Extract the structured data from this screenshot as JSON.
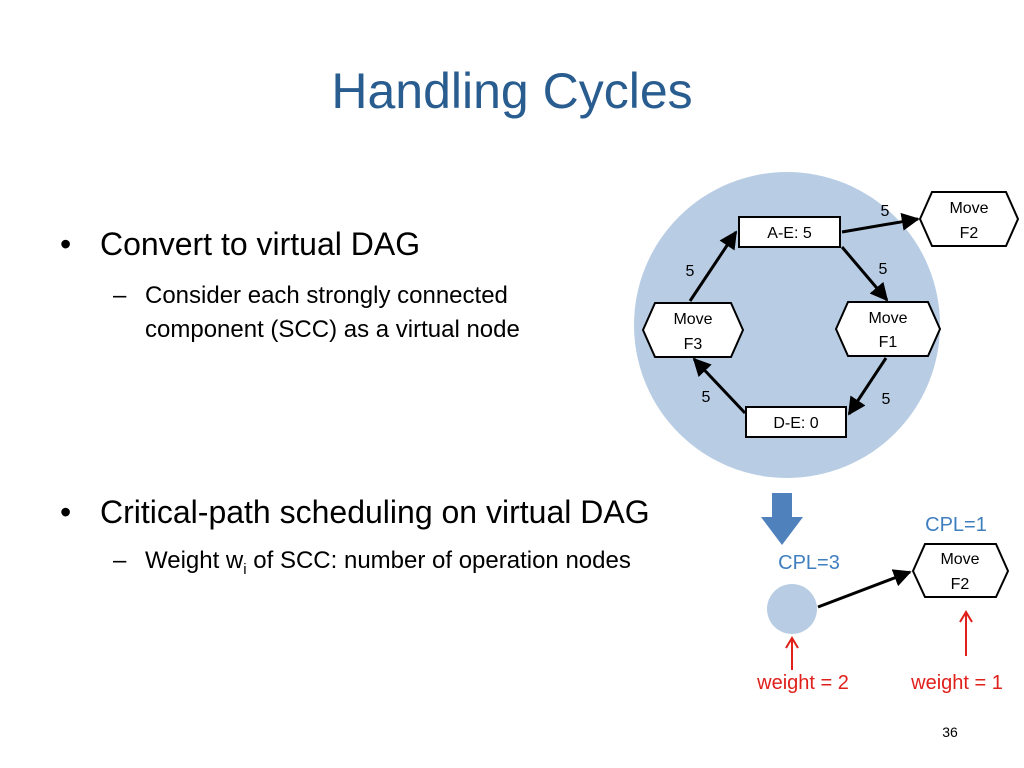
{
  "title": "Handling Cycles",
  "bullets": [
    {
      "text": "Convert to virtual DAG",
      "sub": "Consider each strongly connected component (SCC) as a virtual node",
      "sub_line1": "Consider each strongly connected",
      "sub_line2": "component (SCC) as a virtual node"
    },
    {
      "text": "Critical-path scheduling on virtual DAG",
      "sub_prefix": "Weight w",
      "sub_subscript": "i",
      "sub_suffix": " of SCC: number of operation nodes"
    }
  ],
  "bullet_glyph": "•",
  "dash_glyph": "–",
  "scc": {
    "nodes": {
      "ae": "A-E: 5",
      "de": "D-E: 0",
      "f1_line1": "Move",
      "f1_line2": "F1",
      "f3_line1": "Move",
      "f3_line2": "F3",
      "f2_line1": "Move",
      "f2_line2": "F2"
    },
    "edge_weights": {
      "ae_f2": "5",
      "ae_f1": "5",
      "f1_de": "5",
      "de_f3": "5",
      "f3_ae": "5"
    }
  },
  "dag": {
    "cpl_scc": "CPL=3",
    "cpl_f2": "CPL=1",
    "f2_line1": "Move",
    "f2_line2": "F2",
    "weight_scc": "weight = 2",
    "weight_f2": "weight = 1"
  },
  "page_number": "36",
  "colors": {
    "title": "#2a5d8f",
    "scc_fill": "#b8cde4",
    "arrow_down": "#4f81bd",
    "cpl_text": "#3f7fbf",
    "weight_text": "#e0201b"
  }
}
